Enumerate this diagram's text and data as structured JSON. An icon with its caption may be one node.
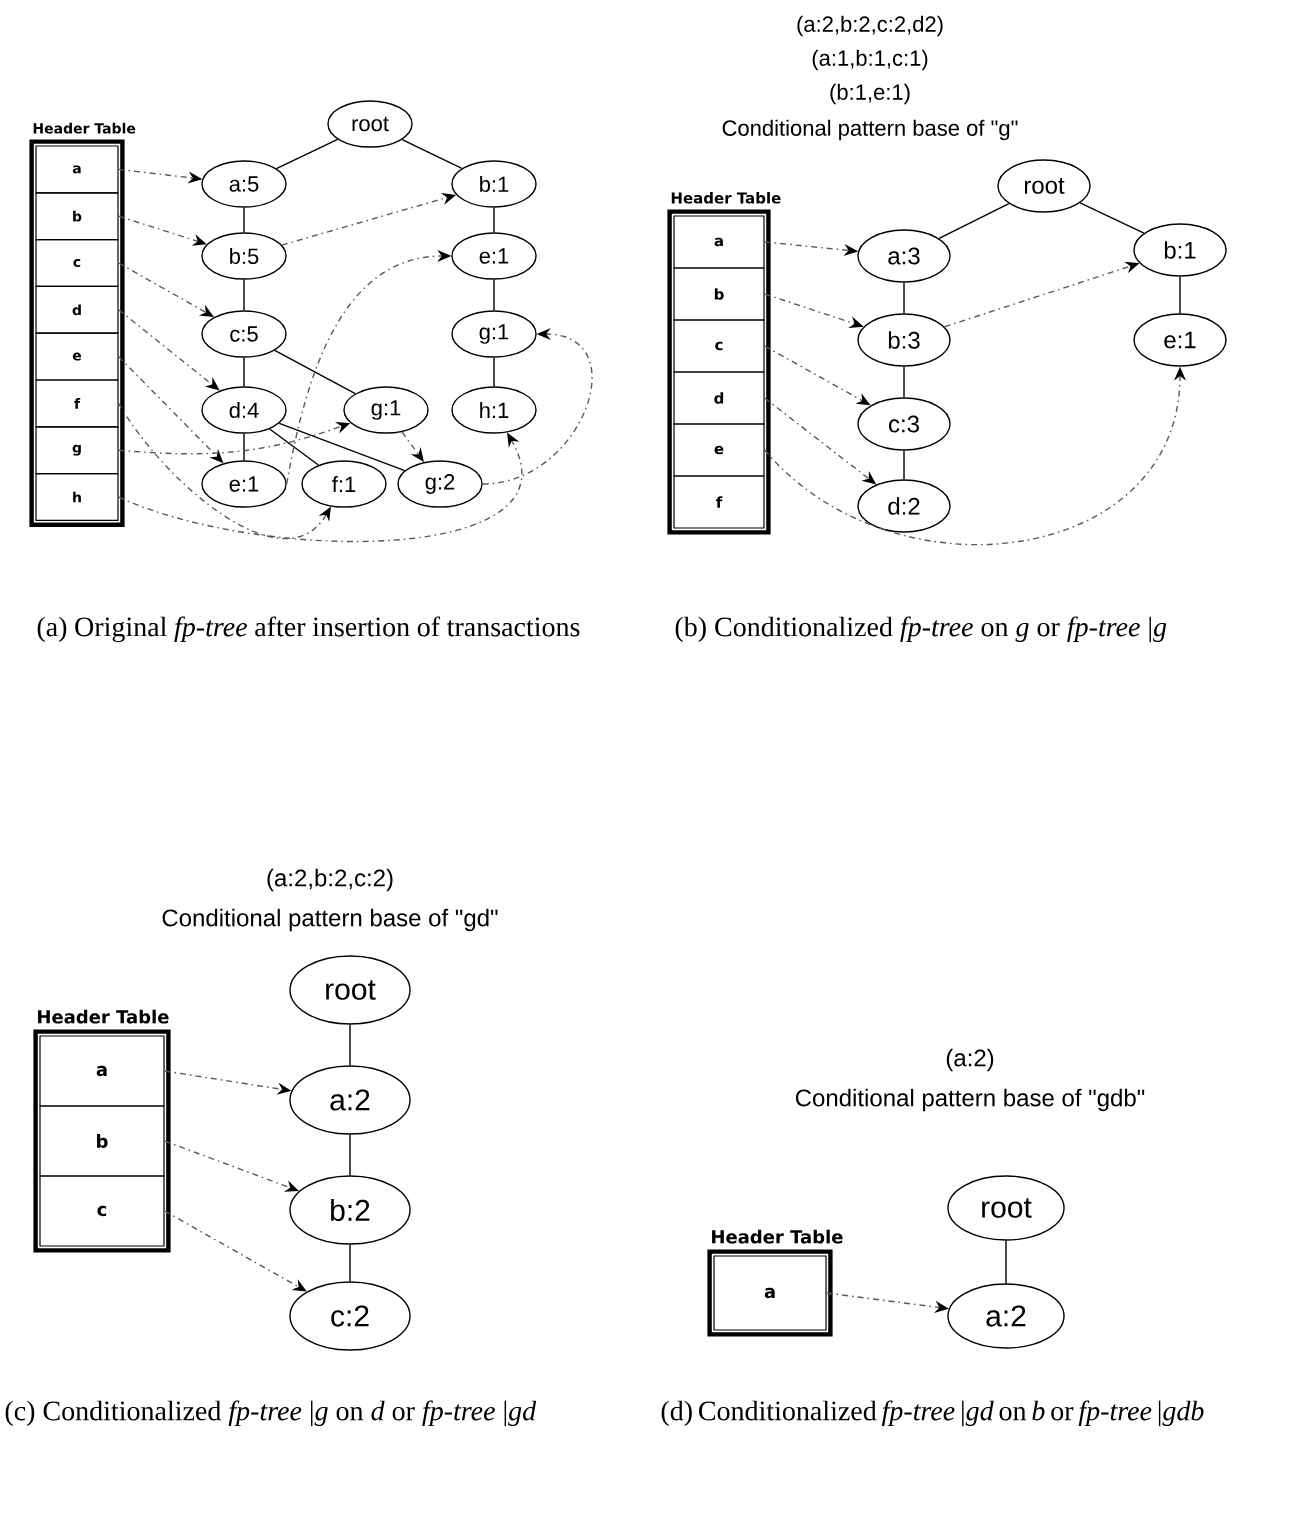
{
  "diagram": {
    "nodes": [
      {
        "text": [
          "Header Table"
        ]
      },
      {
        "text": [
          "a"
        ],
        "in": 0
      },
      {
        "text": [
          "b"
        ],
        "in": 0
      },
      {
        "text": [
          "c"
        ],
        "in": 0
      },
      {
        "text": [
          "d"
        ],
        "in": 0
      },
      {
        "text": [
          "e"
        ],
        "in": 0
      },
      {
        "text": [
          "f"
        ],
        "in": 0
      },
      {
        "text": [
          "g"
        ],
        "in": 0
      },
      {
        "text": [
          "h"
        ],
        "in": 0
      },
      {
        "text": [
          "root"
        ]
      },
      {
        "text": [
          "a:5"
        ]
      },
      {
        "text": [
          "b:1"
        ]
      },
      {
        "text": [
          "b:5"
        ]
      },
      {
        "text": [
          "e:1"
        ]
      },
      {
        "text": [
          "c:5"
        ]
      },
      {
        "text": [
          "g:1"
        ]
      },
      {
        "text": [
          "d:4"
        ]
      },
      {
        "text": [
          "g:1"
        ]
      },
      {
        "text": [
          "h:1"
        ]
      },
      {
        "text": [
          "e:1"
        ]
      },
      {
        "text": [
          "f:1"
        ]
      },
      {
        "text": [
          "g:2"
        ]
      },
      {
        "text": [
          "Header Table"
        ]
      },
      {
        "text": [
          "a"
        ],
        "in": 22
      },
      {
        "text": [
          "b"
        ],
        "in": 22
      },
      {
        "text": [
          "c"
        ],
        "in": 22
      },
      {
        "text": [
          "d"
        ],
        "in": 22
      },
      {
        "text": [
          "e"
        ],
        "in": 22
      },
      {
        "text": [
          "f"
        ],
        "in": 22
      },
      {
        "text": [
          "root"
        ]
      },
      {
        "text": [
          "a:3"
        ]
      },
      {
        "text": [
          "b:1"
        ]
      },
      {
        "text": [
          "b:3"
        ]
      },
      {
        "text": [
          "e:1"
        ]
      },
      {
        "text": [
          "c:3"
        ]
      },
      {
        "text": [
          "d:2"
        ]
      },
      {
        "text": [
          "Header Table"
        ]
      },
      {
        "text": [
          "a"
        ],
        "in": 36
      },
      {
        "text": [
          "b"
        ],
        "in": 36
      },
      {
        "text": [
          "c"
        ],
        "in": 36
      },
      {
        "text": [
          "root"
        ]
      },
      {
        "text": [
          "a:2"
        ]
      },
      {
        "text": [
          "b:2"
        ]
      },
      {
        "text": [
          "c:2"
        ]
      },
      {
        "text": [
          "Header Table"
        ]
      },
      {
        "text": [
          "a"
        ],
        "in": 44
      },
      {
        "text": [
          "root"
        ]
      },
      {
        "text": [
          "a:2"
        ]
      }
    ],
    "edges": [
      {
        "from": 9,
        "to": 10,
        "arrow": "none"
      },
      {
        "from": 9,
        "to": 11,
        "arrow": "none"
      },
      {
        "from": 10,
        "to": 12,
        "arrow": "none"
      },
      {
        "from": 12,
        "to": 14,
        "arrow": "none"
      },
      {
        "from": 14,
        "to": 16,
        "arrow": "none"
      },
      {
        "from": 14,
        "to": 17,
        "arrow": "none"
      },
      {
        "from": 16,
        "to": 19,
        "arrow": "none"
      },
      {
        "from": 16,
        "to": 20,
        "arrow": "none"
      },
      {
        "from": 16,
        "to": 21,
        "arrow": "none"
      },
      {
        "from": 11,
        "to": 13,
        "arrow": "none"
      },
      {
        "from": 13,
        "to": 15,
        "arrow": "none"
      },
      {
        "from": 15,
        "to": 18,
        "arrow": "none"
      },
      {
        "from": 1,
        "to": 10,
        "arrow": "to",
        "style": "dashed"
      },
      {
        "from": 2,
        "to": 12,
        "arrow": "to",
        "style": "dashed"
      },
      {
        "from": 12,
        "to": 11,
        "arrow": "to",
        "style": "dashed"
      },
      {
        "from": 3,
        "to": 14,
        "arrow": "to",
        "style": "dashed"
      },
      {
        "from": 4,
        "to": 16,
        "arrow": "to",
        "style": "dashed"
      },
      {
        "from": 5,
        "to": 19,
        "arrow": "to",
        "style": "dashed"
      },
      {
        "from": 19,
        "to": 13,
        "arrow": "to",
        "style": "dashed"
      },
      {
        "from": 6,
        "to": 20,
        "arrow": "to",
        "style": "dashed"
      },
      {
        "from": 7,
        "to": 17,
        "arrow": "to",
        "style": "dashed"
      },
      {
        "from": 17,
        "to": 21,
        "arrow": "to",
        "style": "dashed"
      },
      {
        "from": 21,
        "to": 15,
        "arrow": "to",
        "style": "dashed"
      },
      {
        "from": 8,
        "to": 18,
        "arrow": "to",
        "style": "dashed"
      },
      {
        "from": 29,
        "to": 30,
        "arrow": "none"
      },
      {
        "from": 29,
        "to": 31,
        "arrow": "none"
      },
      {
        "from": 30,
        "to": 32,
        "arrow": "none"
      },
      {
        "from": 32,
        "to": 34,
        "arrow": "none"
      },
      {
        "from": 34,
        "to": 35,
        "arrow": "none"
      },
      {
        "from": 31,
        "to": 33,
        "arrow": "none"
      },
      {
        "from": 23,
        "to": 30,
        "arrow": "to",
        "style": "dashed"
      },
      {
        "from": 24,
        "to": 32,
        "arrow": "to",
        "style": "dashed"
      },
      {
        "from": 32,
        "to": 31,
        "arrow": "to",
        "style": "dashed"
      },
      {
        "from": 25,
        "to": 34,
        "arrow": "to",
        "style": "dashed"
      },
      {
        "from": 26,
        "to": 35,
        "arrow": "to",
        "style": "dashed"
      },
      {
        "from": 27,
        "to": 33,
        "arrow": "to",
        "style": "dashed"
      },
      {
        "from": 40,
        "to": 41,
        "arrow": "none"
      },
      {
        "from": 41,
        "to": 42,
        "arrow": "none"
      },
      {
        "from": 42,
        "to": 43,
        "arrow": "none"
      },
      {
        "from": 37,
        "to": 41,
        "arrow": "to",
        "style": "dashed"
      },
      {
        "from": 38,
        "to": 42,
        "arrow": "to",
        "style": "dashed"
      },
      {
        "from": 39,
        "to": 43,
        "arrow": "to",
        "style": "dashed"
      },
      {
        "from": 46,
        "to": 47,
        "arrow": "none"
      },
      {
        "from": 45,
        "to": 47,
        "arrow": "to",
        "style": "dashed"
      }
    ],
    "labels": [
      "(a:2,b:2,c:2,d2)",
      "(a:1,b:1,c:1)",
      "(b:1,e:1)",
      "Conditional pattern base of \"g\"",
      "(a) Original *fp-tree* after insertion of transactions",
      "(b) Conditionalized *fp-tree* on *g* or *fp-tree* |*g*",
      "(a:2,b:2,c:2)",
      "Conditional pattern base of \"gd\"",
      "(a:2)",
      "Conditional pattern base of \"gdb\"",
      "(c) Conditionalized *fp-tree* |*g* on *d* or *fp-tree* |*gd*",
      "(d) Conditionalized *fp-tree* |*gd* on *b* or *fp-tree* |*gdb*"
    ]
  }
}
